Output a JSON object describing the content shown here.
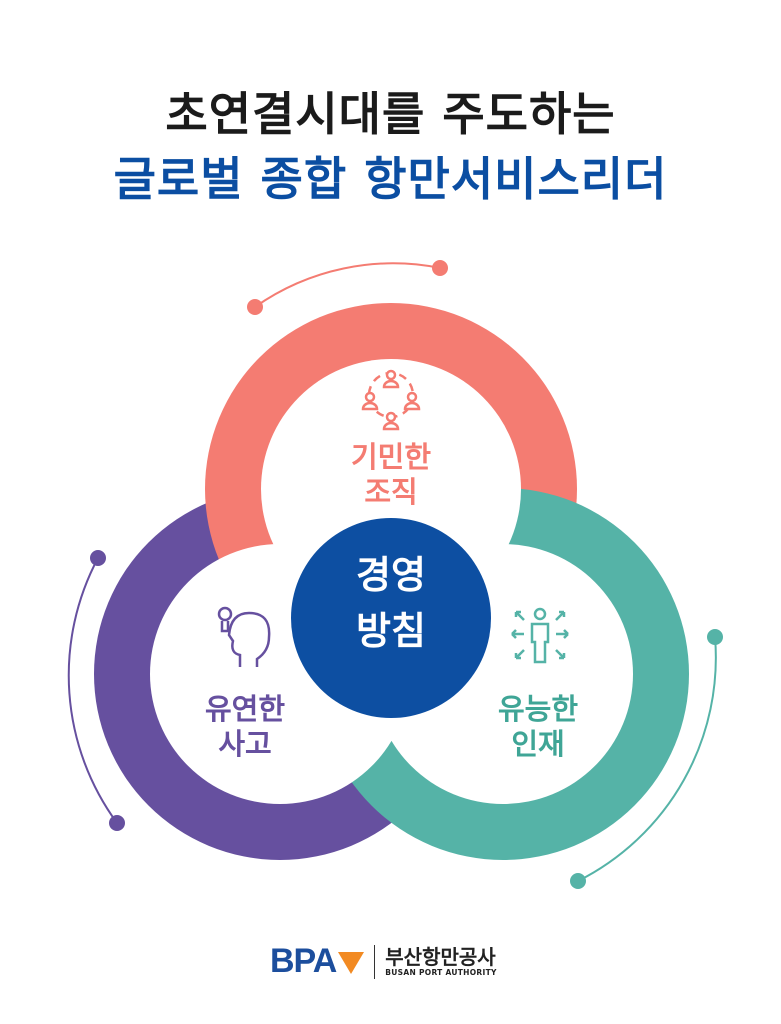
{
  "title": {
    "line1": "초연결시대를 주도하는",
    "line2": "글로벌 종합 항만서비스리더"
  },
  "center": {
    "line1": "경영",
    "line2": "방침"
  },
  "policies": [
    {
      "line1": "기민한",
      "line2": "조직",
      "icon": "people-network-icon",
      "color": "#f47c72"
    },
    {
      "line1": "유연한",
      "line2": "사고",
      "icon": "head-lightbulb-icon",
      "color": "#66509f"
    },
    {
      "line1": "유능한",
      "line2": "인재",
      "icon": "person-expand-icon",
      "color": "#55b3a7"
    }
  ],
  "center_color": "#0d4fa2",
  "logo": {
    "abbr": "BPA",
    "name_ko": "부산항만공사",
    "name_en": "BUSAN PORT AUTHORITY"
  }
}
